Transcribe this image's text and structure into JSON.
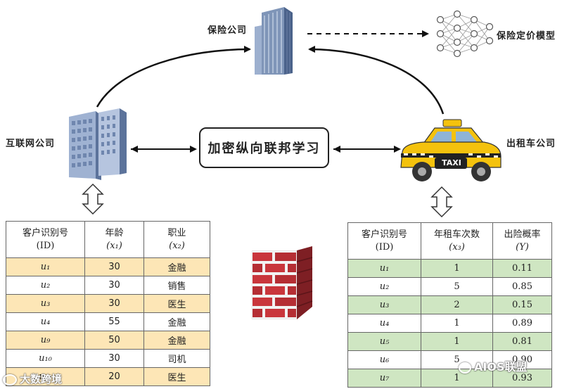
{
  "labels": {
    "insurer": "保险公司",
    "pricing_model": "保险定价模型",
    "internet": "互联网公司",
    "taxi": "出租车公司",
    "center": "加密纵向联邦学习",
    "taxi_sign": "TAXI"
  },
  "left_table": {
    "headers": [
      {
        "line1": "客户识别号",
        "line2": "(ID)"
      },
      {
        "line1": "年龄",
        "line2": "(x₁)"
      },
      {
        "line1": "职业",
        "line2": "(x₂)"
      }
    ],
    "rows": [
      {
        "id": "u₁",
        "age": "30",
        "job": "金融"
      },
      {
        "id": "u₂",
        "age": "30",
        "job": "销售"
      },
      {
        "id": "u₃",
        "age": "30",
        "job": "医生"
      },
      {
        "id": "u₄",
        "age": "55",
        "job": "金融"
      },
      {
        "id": "u₉",
        "age": "50",
        "job": "金融"
      },
      {
        "id": "u₁₀",
        "age": "30",
        "job": "司机"
      },
      {
        "id": "u₁₁",
        "age": "20",
        "job": "医生"
      }
    ]
  },
  "right_table": {
    "headers": [
      {
        "line1": "客户识别号",
        "line2": "(ID)"
      },
      {
        "line1": "年租车次数",
        "line2": "(x₃)"
      },
      {
        "line1": "出险概率",
        "line2": "(Y)"
      }
    ],
    "rows": [
      {
        "id": "u₁",
        "rent": "1",
        "prob": "0.11"
      },
      {
        "id": "u₂",
        "rent": "5",
        "prob": "0.85"
      },
      {
        "id": "u₃",
        "rent": "2",
        "prob": "0.15"
      },
      {
        "id": "u₄",
        "rent": "1",
        "prob": "0.89"
      },
      {
        "id": "u₅",
        "rent": "1",
        "prob": "0.81"
      },
      {
        "id": "u₆",
        "rent": "5",
        "prob": "0.90"
      },
      {
        "id": "u₇",
        "rent": "1",
        "prob": "0.93"
      }
    ]
  },
  "watermarks": {
    "left": "大数跨境",
    "right": "AIOS联盟"
  },
  "colors": {
    "left_row": "#fde6b6",
    "right_row": "#cfe6c2",
    "taxi_yellow": "#f4c20d",
    "brick_red": "#c9363c"
  }
}
